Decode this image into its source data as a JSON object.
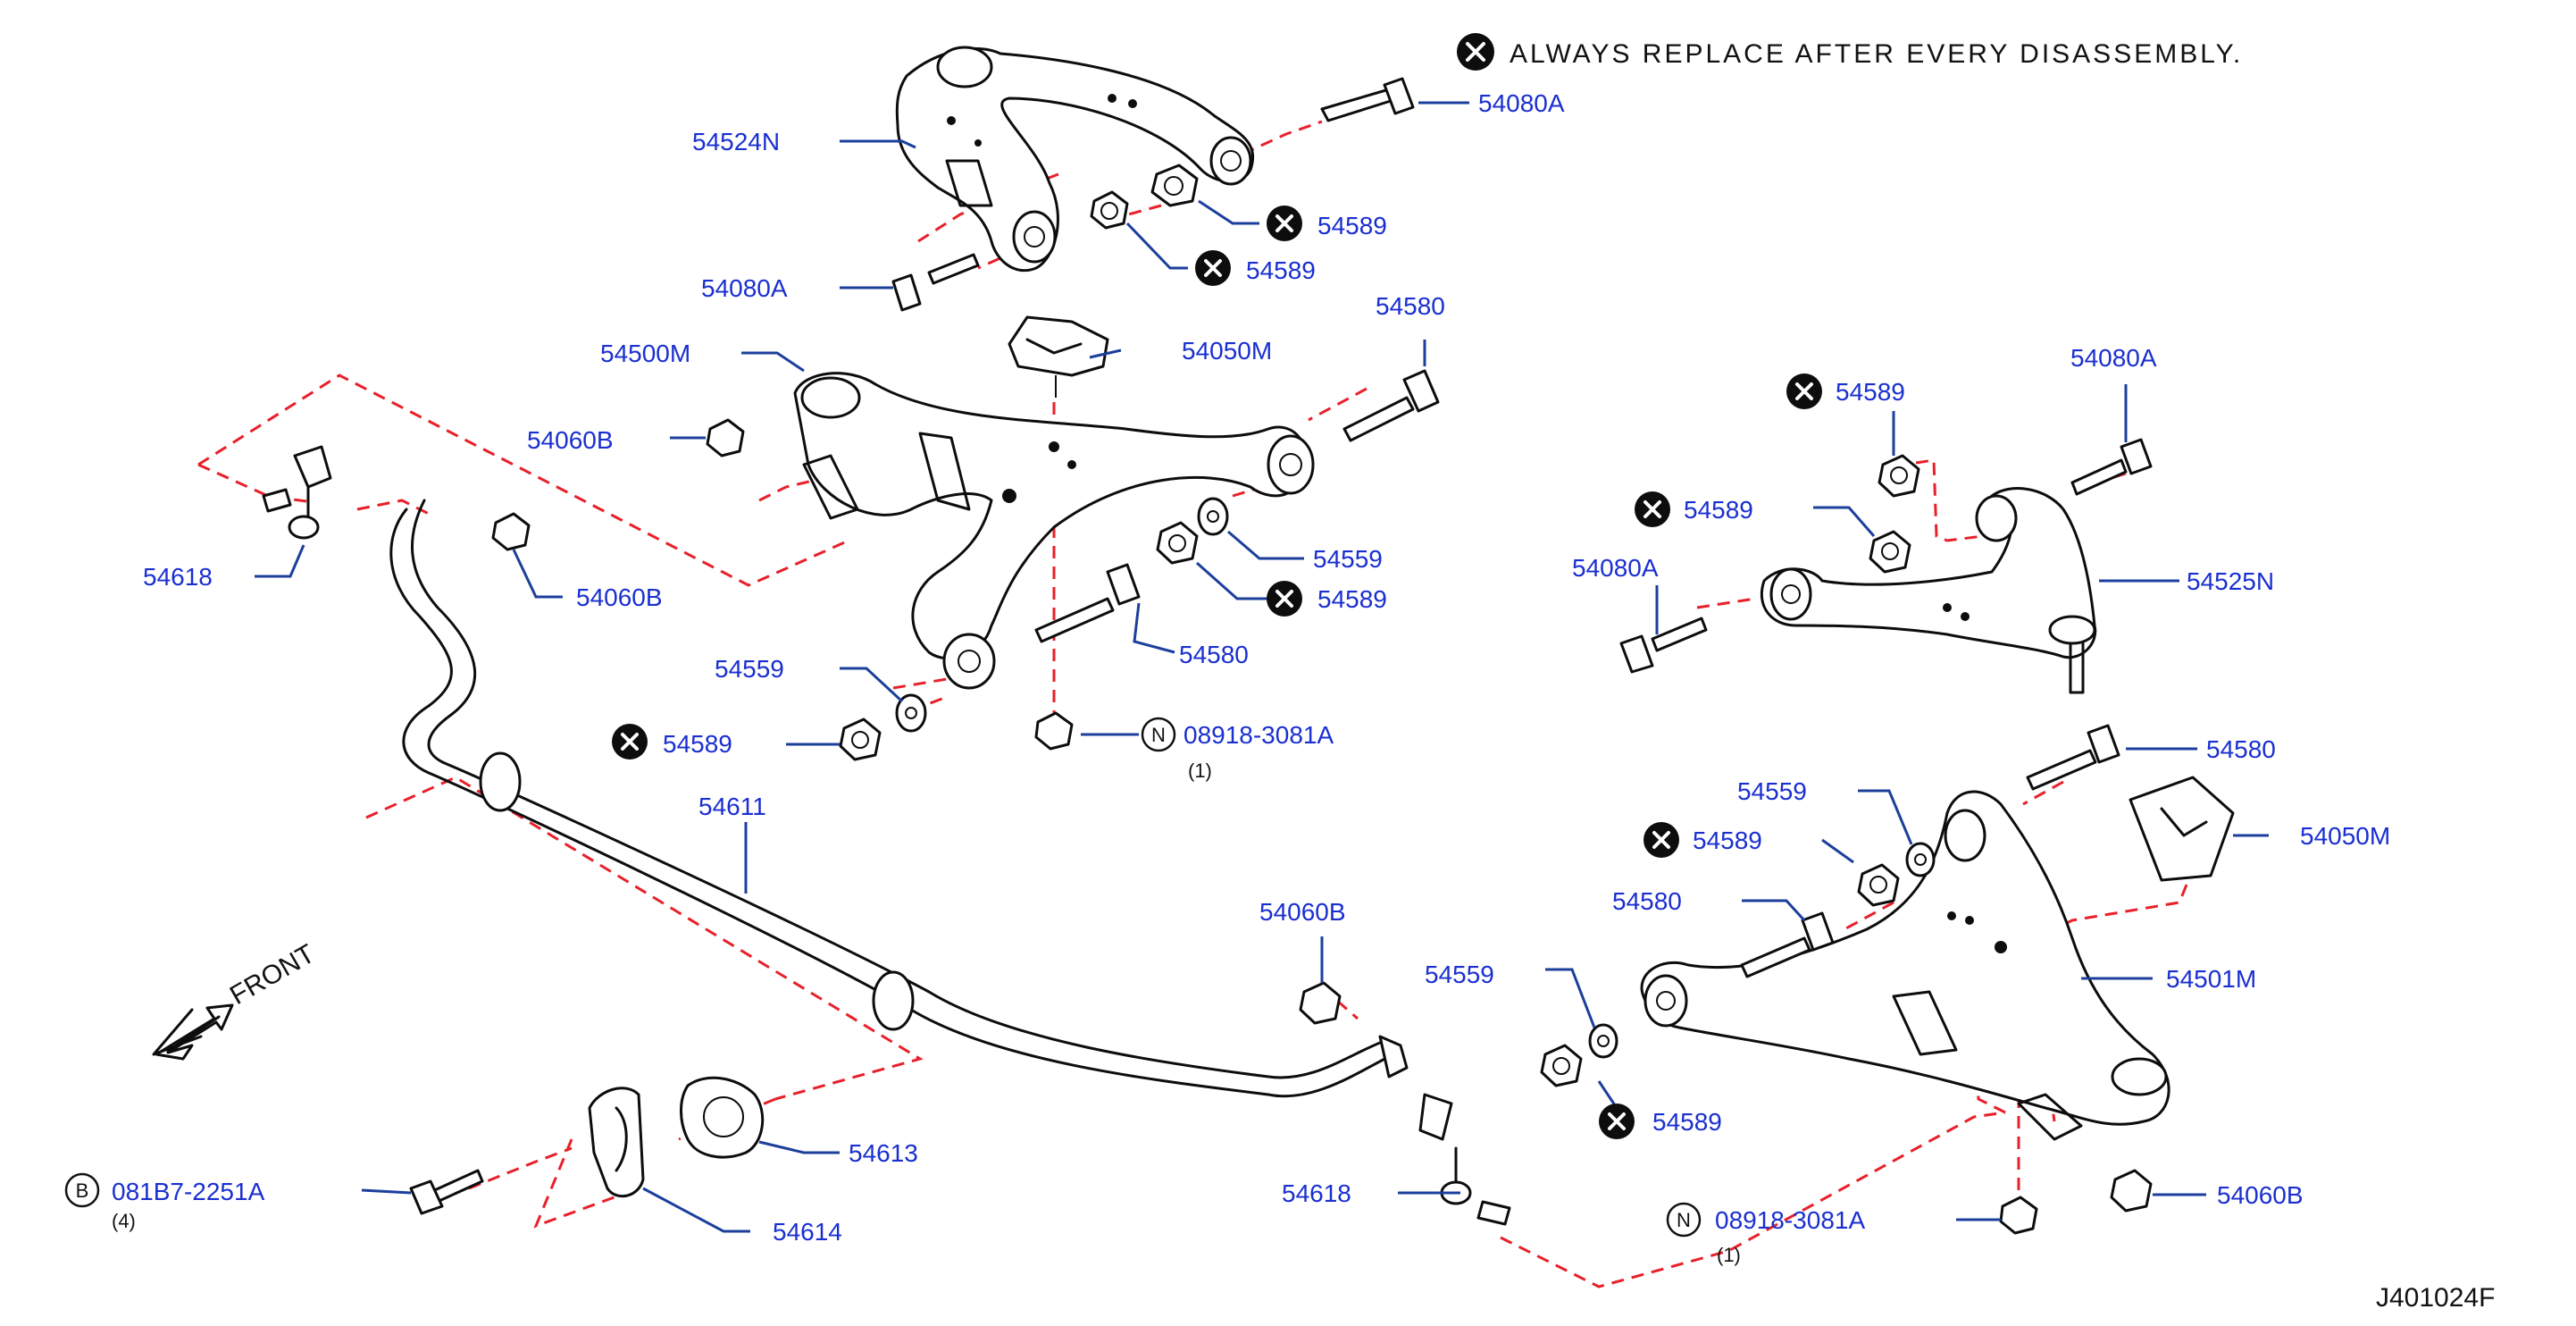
{
  "notice": {
    "text": "ALWAYS REPLACE AFTER EVERY DISASSEMBLY."
  },
  "front_label": "FRONT",
  "reference_code": "J401024F",
  "parts": {
    "p54524N": "54524N",
    "p54080A_top_right": "54080A",
    "p54589_top_a": "54589",
    "p54589_top_b": "54589",
    "p54080A_top_left": "54080A",
    "p54580_upper": "54580",
    "p54500M": "54500M",
    "p54050M_left": "54050M",
    "p54060B_left": "54060B",
    "p54618_left": "54618",
    "p54060B_mid": "54060B",
    "p54559_mid_right": "54559",
    "p54589_mid_right": "54589",
    "p54580_mid": "54580",
    "p54559_mid_left": "54559",
    "p54589_mid_left": "54589",
    "p08918_left": "08918-3081A",
    "p08918_left_qty": "(1)",
    "p54611": "54611",
    "p54060B_stab": "54060B",
    "p54559_low": "54559",
    "p54613": "54613",
    "p54614": "54614",
    "p081B7": "081B7-2251A",
    "p081B7_qty": "(4)",
    "p54618_right": "54618",
    "p54589_r1": "54589",
    "p54080A_r_top": "54080A",
    "p54589_r2": "54589",
    "p54080A_r_left": "54080A",
    "p54525N": "54525N",
    "p54580_r": "54580",
    "p54559_r": "54559",
    "p54589_r3": "54589",
    "p54050M_r": "54050M",
    "p54580_r2": "54580",
    "p54501M": "54501M",
    "p54589_r4": "54589",
    "p54060B_r": "54060B",
    "p08918_right": "08918-3081A",
    "p08918_right_qty": "(1)"
  },
  "badges": {
    "n": "N",
    "b": "B"
  },
  "colors": {
    "part_label": "#1a2fd0",
    "leader": "#1c3f9c",
    "dash": "#e8202a",
    "line": "#0d0d0d"
  },
  "icons": {
    "replace_marker": "circled-x-icon",
    "direction": "front-arrow-icon"
  }
}
